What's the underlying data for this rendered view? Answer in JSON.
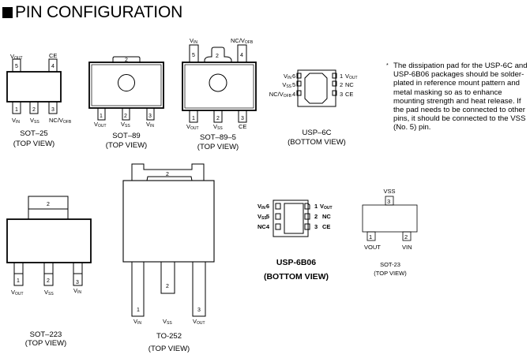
{
  "page": {
    "title": "PIN CONFIGURATION",
    "title_icon": "black-square-icon"
  },
  "packages": {
    "sot25": {
      "name": "SOT–25",
      "view": "(TOP VIEW)",
      "pins": [
        {
          "num": "1",
          "label": "V",
          "sub": "IN"
        },
        {
          "num": "2",
          "label": "V",
          "sub": "SS"
        },
        {
          "num": "3",
          "label": "NC/V",
          "sub": "OFB"
        },
        {
          "num": "4",
          "label": "CE",
          "sub": ""
        },
        {
          "num": "5",
          "label": "V",
          "sub": "OUT"
        }
      ]
    },
    "sot89": {
      "name": "SOT–89",
      "view": "(TOP VIEW)",
      "tab_num": "2",
      "pins": [
        {
          "num": "1",
          "label": "V",
          "sub": "OUT"
        },
        {
          "num": "2",
          "label": "V",
          "sub": "SS"
        },
        {
          "num": "3",
          "label": "V",
          "sub": "IN"
        }
      ]
    },
    "sot89_5": {
      "name": "SOT–89–5",
      "view": "(TOP VIEW)",
      "tab_num": "2",
      "pins": [
        {
          "num": "1",
          "label": "V",
          "sub": "OUT"
        },
        {
          "num": "2",
          "label": "V",
          "sub": "SS"
        },
        {
          "num": "3",
          "label": "CE",
          "sub": ""
        },
        {
          "num": "4",
          "label": "NC/V",
          "sub": "OFB"
        },
        {
          "num": "5",
          "label": "V",
          "sub": "IN"
        }
      ]
    },
    "usp6c": {
      "name": "USP–6C",
      "view": "(BOTTOM VIEW)",
      "pins": [
        {
          "num": "1",
          "label": "V",
          "sub": "OUT"
        },
        {
          "num": "2",
          "label": "NC",
          "sub": ""
        },
        {
          "num": "3",
          "label": "CE",
          "sub": ""
        },
        {
          "num": "4",
          "label": "NC/V",
          "sub": "OFB"
        },
        {
          "num": "5",
          "label": "V",
          "sub": "SS"
        },
        {
          "num": "6",
          "label": "V",
          "sub": "IN"
        }
      ]
    },
    "sot223": {
      "name": "SOT–223",
      "view": "(TOP VIEW)",
      "tab_num": "2",
      "pins": [
        {
          "num": "1",
          "label": "V",
          "sub": "OUT"
        },
        {
          "num": "2",
          "label": "V",
          "sub": "SS"
        },
        {
          "num": "3",
          "label": "V",
          "sub": "IN"
        }
      ]
    },
    "to252": {
      "name": "TO-252",
      "view": "(TOP VIEW)",
      "tab_num": "2",
      "pins": [
        {
          "num": "1",
          "label": "V",
          "sub": "IN"
        },
        {
          "num": "2",
          "label": "V",
          "sub": "SS"
        },
        {
          "num": "3",
          "label": "V",
          "sub": "OUT"
        }
      ]
    },
    "usp6b06": {
      "name": "USP-6B06",
      "view": "(BOTTOM VIEW)",
      "pins": [
        {
          "num": "1",
          "label": "V",
          "sub": "OUT"
        },
        {
          "num": "2",
          "label": "NC",
          "sub": ""
        },
        {
          "num": "3",
          "label": "CE",
          "sub": ""
        },
        {
          "num": "4",
          "label": "NC",
          "sub": ""
        },
        {
          "num": "5",
          "label": "V",
          "sub": "SS"
        },
        {
          "num": "6",
          "label": "V",
          "sub": "IN"
        }
      ]
    },
    "sot23": {
      "name": "SOT-23",
      "view": "(TOP VIEW)",
      "pins": [
        {
          "num": "1",
          "label": "VOUT",
          "sub": ""
        },
        {
          "num": "2",
          "label": "VIN",
          "sub": ""
        },
        {
          "num": "3",
          "label": "VSS",
          "sub": ""
        }
      ]
    }
  },
  "note": {
    "marker": "*",
    "text": "The dissipation pad for the USP-6C and USP-6B06 packages should be solder-plated in reference mount pattern and metal masking so as to enhance mounting strength and heat release.   If the pad needs to be connected to other pins, it should be connected to the VSS (No. 5) pin."
  }
}
